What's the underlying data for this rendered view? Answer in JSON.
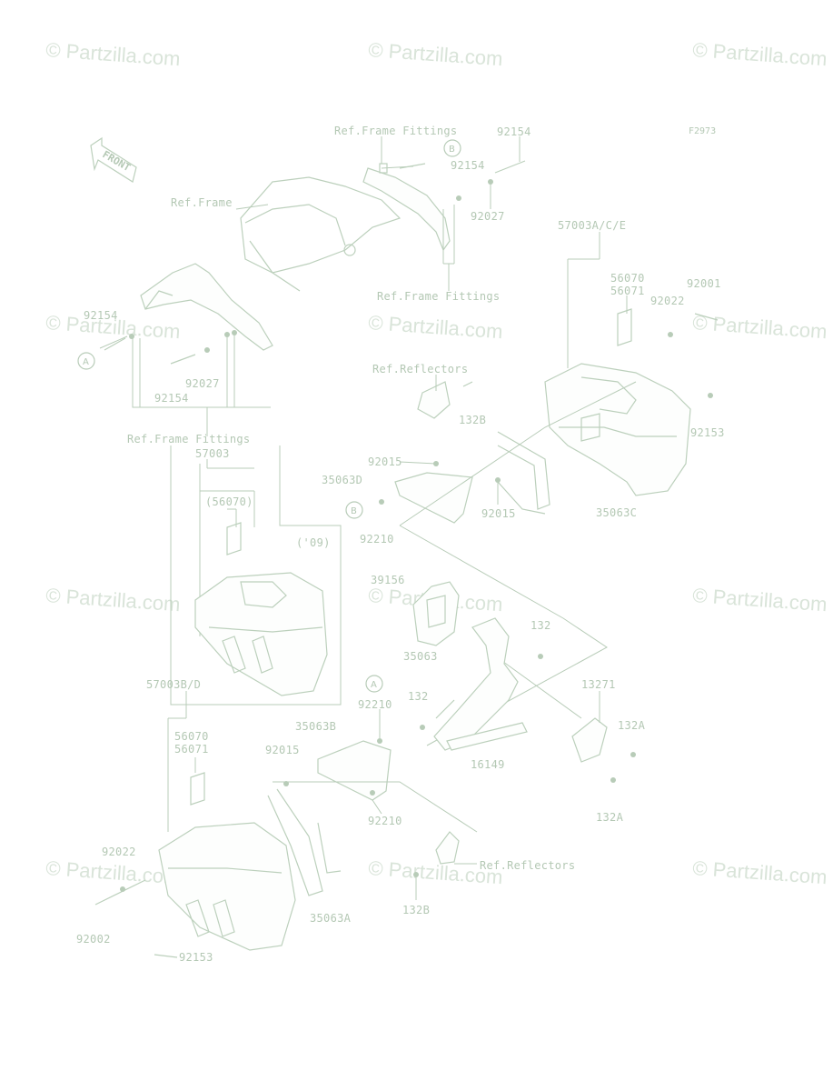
{
  "watermark": "© Partzilla.com",
  "figure_code": "F2973",
  "front_label": "FRONT",
  "callouts": {
    "a": "A",
    "b": "B"
  },
  "labels": {
    "ref_frame_fittings_top": "Ref.Frame Fittings",
    "p92154_top": "92154",
    "p92154_mid": "92154",
    "p92027_top": "92027",
    "ref_frame": "Ref.Frame",
    "ref_frame_fittings_mid": "Ref.Frame Fittings",
    "p92154_left": "92154",
    "p92027_left": "92027",
    "p92154_lower": "92154",
    "ref_frame_fittings_low": "Ref.Frame Fittings",
    "p57003ace": "57003A/C/E",
    "p56070_r": "56070",
    "p56071_r": "56071",
    "p92001": "92001",
    "p92022_r": "92022",
    "ref_reflectors_top": "Ref.Reflectors",
    "p132b_top": "132B",
    "p92153_r": "92153",
    "p92015_a": "92015",
    "p35063d": "35063D",
    "p92015_b": "92015",
    "p35063c": "35063C",
    "p92210_a": "92210",
    "p57003": "57003",
    "p56070_paren": "(56070)",
    "y09": "('09)",
    "p39156": "39156",
    "p132_a": "132",
    "p35063": "35063",
    "p13271": "13271",
    "p132a_top": "132A",
    "p132_b": "132",
    "p16149": "16149",
    "p132a_bot": "132A",
    "p57003bd": "57003B/D",
    "p56070_l": "56070",
    "p56071_l": "56071",
    "p92210_b": "92210",
    "p35063b": "35063B",
    "p92015_c": "92015",
    "p92210_c": "92210",
    "p92022_l": "92022",
    "ref_reflectors_bot": "Ref.Reflectors",
    "p92002": "92002",
    "p35063a": "35063A",
    "p132b_bot": "132B",
    "p92153_l": "92153"
  }
}
